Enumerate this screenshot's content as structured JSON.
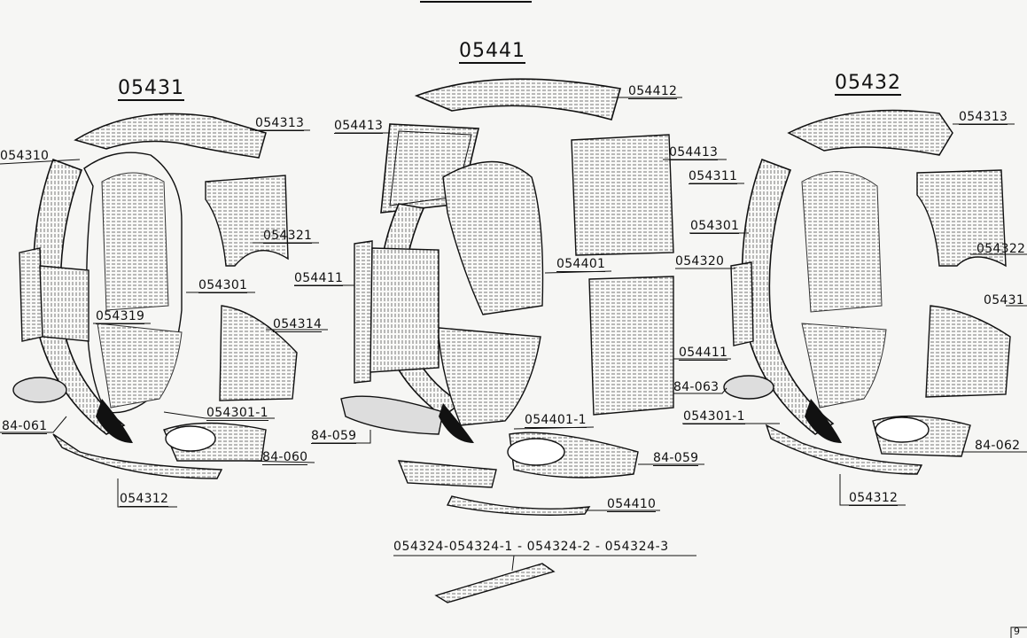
{
  "assemblies": [
    {
      "code": "05431"
    },
    {
      "code": "05441"
    },
    {
      "code": "05432"
    }
  ],
  "labels": {
    "l054313a": "054313",
    "l054310": "054310",
    "l054321": "054321",
    "l054301a": "054301",
    "l054319": "054319",
    "l054314": "054314",
    "l054301_1a": "054301-1",
    "l84061": "84-061",
    "l84060": "84-060",
    "l054312a": "054312",
    "l054412": "054412",
    "l054413a": "054413",
    "l054413b": "054413",
    "l054401": "054401",
    "l054411a": "054411",
    "l054411b": "054411",
    "l054401_1": "054401-1",
    "l84059a": "84-059",
    "l84059b": "84-059",
    "l054410": "054410",
    "l054313b": "054313",
    "l054311": "054311",
    "l054301b": "054301",
    "l054320": "054320",
    "l054322": "054322",
    "l054318": "05431",
    "l84063": "84-063",
    "l054301_1b": "054301-1",
    "l84062": "84-062",
    "l054312b": "054312",
    "bottom_part": "054324-054324-1 - 054324-2 - 054324-3",
    "page_no": "9"
  }
}
